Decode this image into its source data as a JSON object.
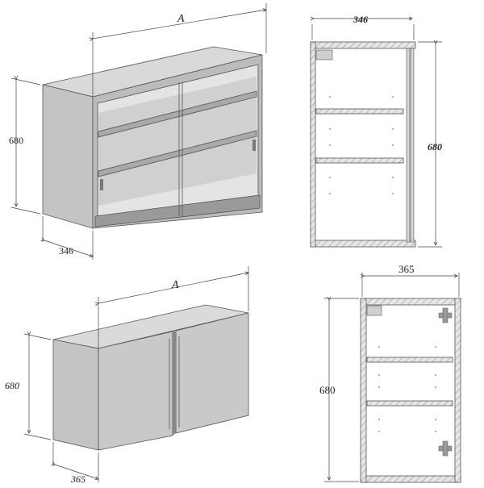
{
  "glass_cabinet": {
    "width_label": "A",
    "height_label": "680",
    "depth_label": "346"
  },
  "glass_section": {
    "depth_label": "346",
    "height_label": "680"
  },
  "door_cabinet": {
    "width_label": "A",
    "height_label": "680",
    "depth_label": "365"
  },
  "door_section": {
    "depth_label": "365",
    "height_label": "680"
  },
  "colors": {
    "panel_light": "#d6d6d6",
    "panel_mid": "#bdbdbd",
    "panel_dark": "#a7a7a7",
    "hatch": "#8a8a8a",
    "line": "#555555"
  }
}
